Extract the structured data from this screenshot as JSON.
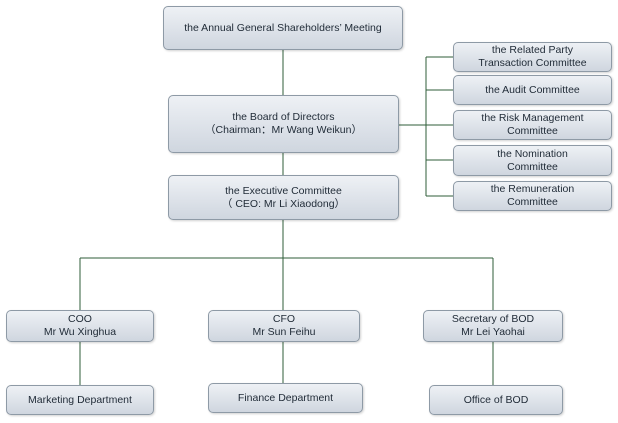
{
  "nodes": {
    "agm": {
      "lines": [
        "the Annual General Shareholders’ Meeting"
      ]
    },
    "board": {
      "lines": [
        "the Board of Directors",
        "（Chairman：Mr Wang Weikun）"
      ]
    },
    "exec": {
      "lines": [
        "the Executive Committee",
        "（ CEO: Mr Li Xiaodong）"
      ]
    },
    "related_party": {
      "lines": [
        "the Related Party",
        "Transaction Committee"
      ]
    },
    "audit": {
      "lines": [
        "the Audit Committee"
      ]
    },
    "risk": {
      "lines": [
        "the Risk Management",
        "Committee"
      ]
    },
    "nomination": {
      "lines": [
        "the Nomination",
        "Committee"
      ]
    },
    "remuneration": {
      "lines": [
        "the Remuneration",
        "Committee"
      ]
    },
    "coo": {
      "lines": [
        "COO",
        "Mr  Wu Xinghua"
      ]
    },
    "cfo": {
      "lines": [
        "CFO",
        "Mr  Sun Feihu"
      ]
    },
    "secretary": {
      "lines": [
        "Secretary of BOD",
        "Mr  Lei Yaohai"
      ]
    },
    "marketing": {
      "lines": [
        "Marketing Department"
      ]
    },
    "finance": {
      "lines": [
        "Finance Department"
      ]
    },
    "office": {
      "lines": [
        "Office of BOD"
      ]
    }
  },
  "line_color": "#2f5d3a"
}
